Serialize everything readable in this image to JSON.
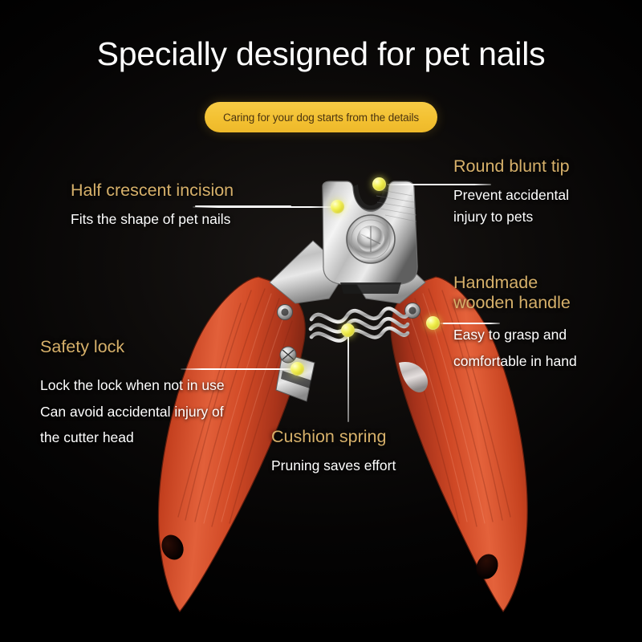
{
  "header": {
    "title": "Specially designed for pet nails",
    "pill_text": "Caring for your dog starts from the details"
  },
  "colors": {
    "background": "#000000",
    "accent_pill": "#f3c132",
    "pill_text": "#4a3410",
    "heading_gold": "#d6b06a",
    "body_white": "#ffffff",
    "marker_dot": "#eae950",
    "leader_line": "#ffffff",
    "wood_handle": "#cf4526",
    "metal_head": "#d9d9d9"
  },
  "callouts": [
    {
      "id": "half-crescent-incision",
      "heading": "Half crescent incision",
      "body_lines": [
        "Fits the shape of pet nails"
      ],
      "side": "left"
    },
    {
      "id": "round-blunt-tip",
      "heading": "Round blunt tip",
      "body_lines": [
        "Prevent accidental",
        "injury to pets"
      ],
      "side": "right"
    },
    {
      "id": "handmade-wooden-handle",
      "heading_lines": [
        "Handmade",
        "wooden handle"
      ],
      "body_lines": [
        "Easy to grasp and",
        "comfortable in hand"
      ],
      "side": "right"
    },
    {
      "id": "safety-lock",
      "heading": "Safety lock",
      "body_lines": [
        "Lock the lock when not in use",
        "Can avoid accidental injury of",
        "the cutter head"
      ],
      "side": "left"
    },
    {
      "id": "cushion-spring",
      "heading": "Cushion spring",
      "body_lines": [
        "Pruning saves effort"
      ],
      "side": "center"
    }
  ],
  "product": {
    "name": "pet-nail-clipper",
    "parts": [
      "crescent-blade-head",
      "pivot-disc",
      "cushion-spring",
      "safety-lock-lever",
      "wooden-handle-left",
      "wooden-handle-right",
      "lanyard-hole-left",
      "lanyard-hole-right"
    ]
  }
}
